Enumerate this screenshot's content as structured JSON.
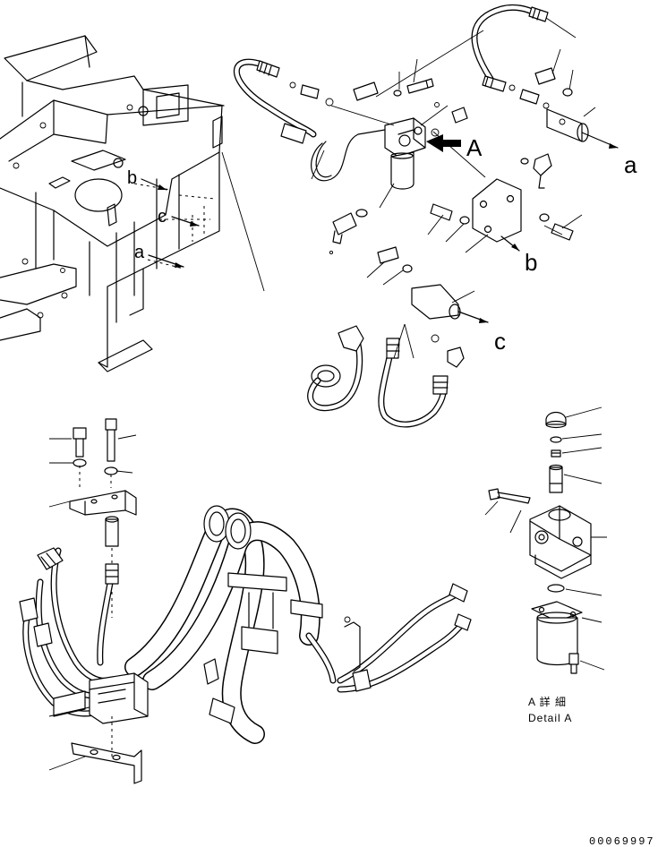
{
  "diagram": {
    "view_labels": {
      "a_left": "a",
      "b_left": "b",
      "c_left": "c",
      "a_right": "a",
      "b_right": "b",
      "c_right": "c",
      "view_arrow": "A"
    },
    "detail": {
      "title_jp": "A 詳 細",
      "title_en": "Detail A"
    },
    "drawing_id": "00069997"
  }
}
